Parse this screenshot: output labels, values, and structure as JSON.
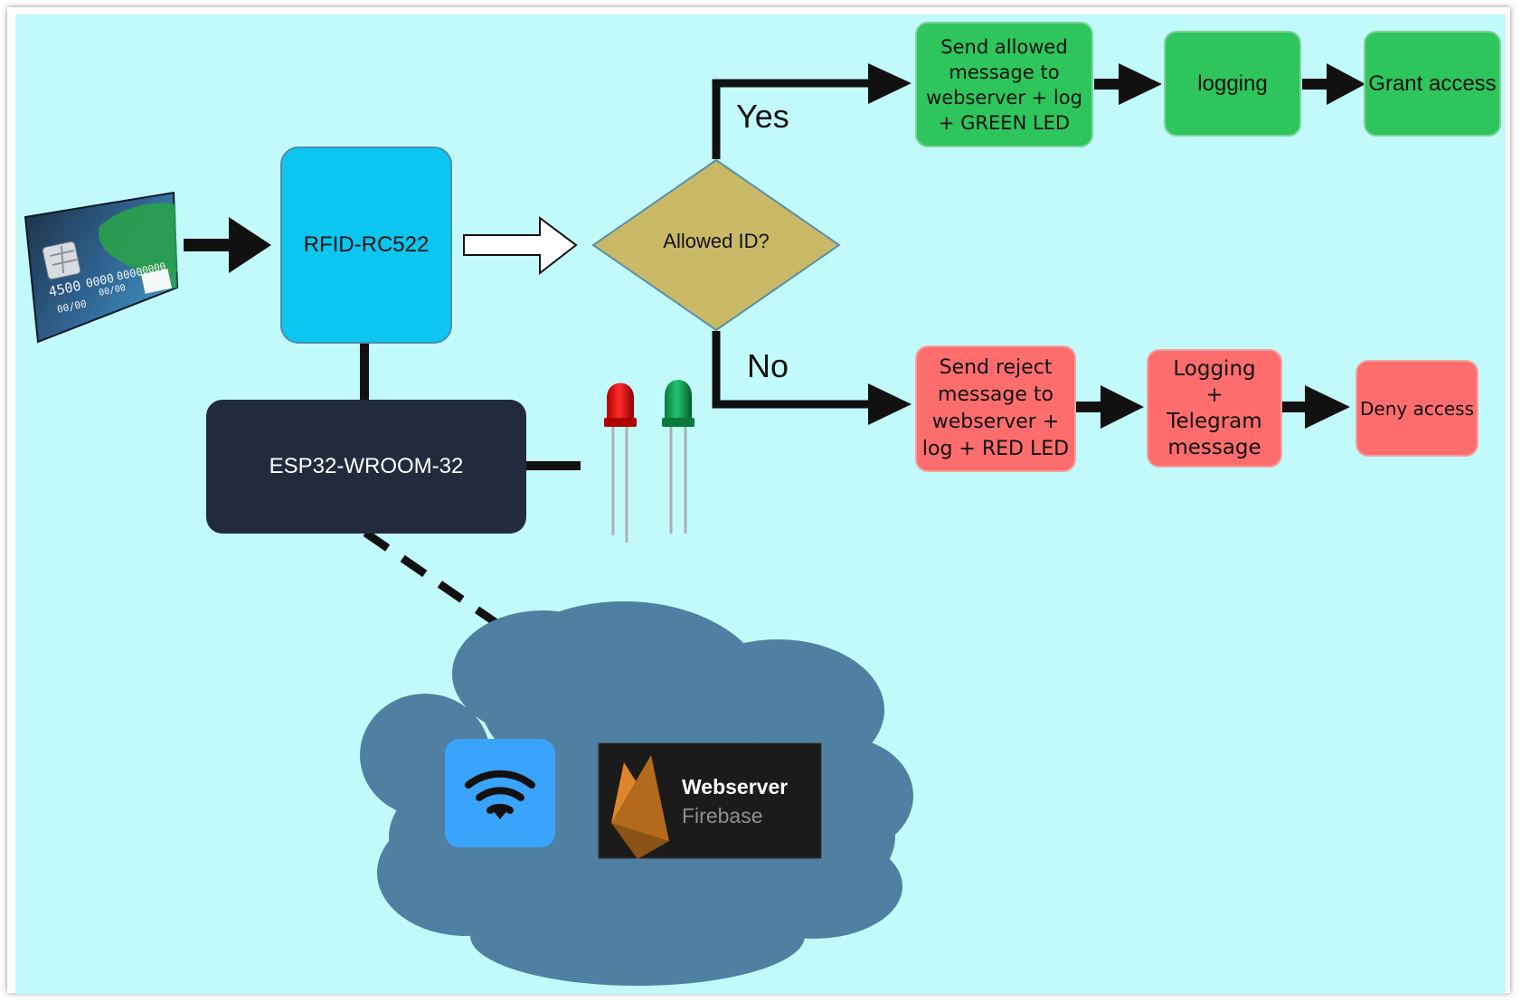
{
  "nodes": {
    "rfid": "RFID-RC522",
    "decision": "Allowed ID?",
    "esp32": "ESP32-WROOM-32",
    "allowed_msg": "Send allowed message to webserver + log + GREEN LED",
    "logging": "logging",
    "grant": "Grant access",
    "reject_msg": "Send reject message to webserver + log + RED LED",
    "logging_telegram_1": "Logging",
    "logging_telegram_2": "+",
    "logging_telegram_3": "Telegram",
    "logging_telegram_4": "message",
    "deny": "Deny access"
  },
  "edges": {
    "yes": "Yes",
    "no": "No"
  },
  "card": {
    "number_1": "4500",
    "number_2": "0000",
    "number_3": "0000",
    "number_4": "0000",
    "expiry_1": "00/00",
    "expiry_2": "00/00"
  },
  "cloud": {
    "webserver_title": "Webserver",
    "webserver_sub": "Firebase",
    "wifi_icon": "wifi-icon",
    "firebase_icon": "firebase-flame-icon"
  },
  "colors": {
    "background": "#c2fafc",
    "rfid": "#0cc6ef",
    "decision": "#c9b966",
    "esp32": "#222b3b",
    "success": "#2ec55c",
    "failure": "#fd6d6e",
    "cloud": "#4f80a1",
    "wifi": "#3aa3fb",
    "firebase_panel": "#1b1b1b"
  }
}
